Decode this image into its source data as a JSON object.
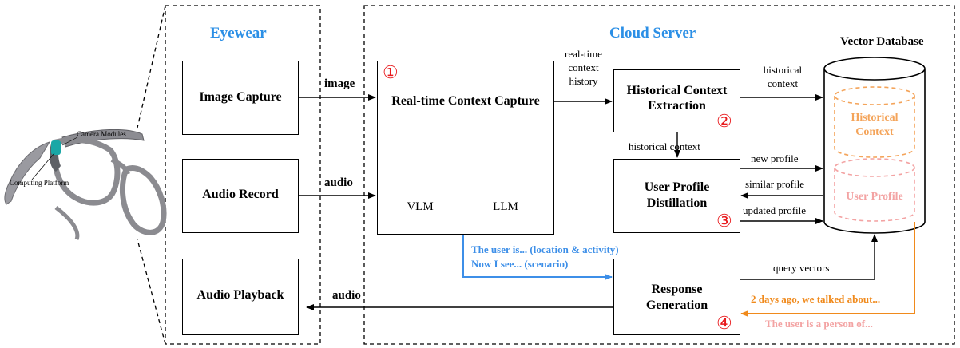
{
  "sections": {
    "eyewear_title": "Eyewear",
    "cloud_title": "Cloud Server",
    "vector_db_title": "Vector Database"
  },
  "glasses": {
    "camera_label": "Camera Modules",
    "computing_label": "Computing Platform"
  },
  "eyewear_boxes": {
    "image_capture": "Image Capture",
    "audio_record": "Audio Record",
    "audio_playback": "Audio Playback"
  },
  "realtime": {
    "number": "①",
    "title": "Real-time Context Capture",
    "vlm": "VLM",
    "llm": "LLM"
  },
  "historical": {
    "line1": "Historical Context",
    "line2": "Extraction",
    "number": "②"
  },
  "profile": {
    "line1": "User Profile",
    "line2": "Distillation",
    "number": "③"
  },
  "response": {
    "line1": "Response",
    "line2": "Generation",
    "number": "④"
  },
  "database": {
    "historical_line1": "Historical",
    "historical_line2": "Context",
    "user_profile": "User Profile"
  },
  "edges": {
    "image": "image",
    "audio_in": "audio",
    "audio_out": "audio",
    "rt_history_1": "real-time",
    "rt_history_2": "context",
    "rt_history_3": "history",
    "historical_context_db_1": "historical",
    "historical_context_db_2": "context",
    "historical_context_down": "historical context",
    "new_profile": "new profile",
    "similar_profile": "similar profile",
    "updated_profile": "updated profile",
    "query_vectors": "query vectors",
    "user_is": "The user is... (location & activity)",
    "now_i_see": "Now I see... (scenario)",
    "two_days_ago": "2 days ago, we talked about...",
    "user_is_person": "The user is a person of..."
  },
  "colors": {
    "blue_title": "#2b8fe6",
    "blue_text": "#3d8fe8",
    "orange": "#f08a1c",
    "pink": "#f3a3a3",
    "red_number": "#e8191c"
  }
}
